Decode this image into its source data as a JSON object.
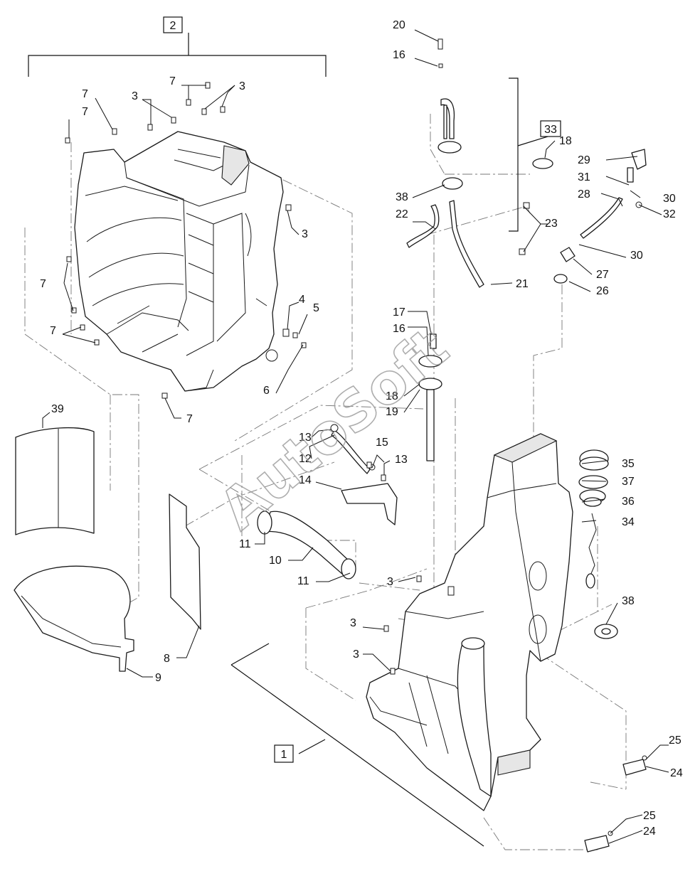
{
  "watermark": "AutoSoft",
  "callouts": {
    "c2": "2",
    "c33": "33",
    "c1": "1",
    "c20": "20",
    "c16a": "16",
    "c7a": "7",
    "c7b": "7",
    "c3a": "3",
    "c7c": "7",
    "c3b": "3",
    "c18a": "18",
    "c29": "29",
    "c31": "31",
    "c30a": "30",
    "c28": "28",
    "c32": "32",
    "c38a": "38",
    "c22": "22",
    "c23": "23",
    "c30b": "30",
    "c27": "27",
    "c3c": "3",
    "c26": "26",
    "c21": "21",
    "c7d": "7",
    "c4": "4",
    "c5": "5",
    "c7e": "7",
    "c17": "17",
    "c16b": "16",
    "c6": "6",
    "c18b": "18",
    "c19": "19",
    "c7f": "7",
    "c39": "39",
    "c13a": "13",
    "c12": "12",
    "c15": "15",
    "c13b": "13",
    "c35": "35",
    "c37": "37",
    "c14": "14",
    "c36": "36",
    "c34": "34",
    "c11a": "11",
    "c10": "10",
    "c11b": "11",
    "c3d": "3",
    "c38b": "38",
    "c3e": "3",
    "c3f": "3",
    "c8": "8",
    "c9": "9",
    "c25a": "25",
    "c24a": "24",
    "c25b": "25",
    "c24b": "24"
  }
}
